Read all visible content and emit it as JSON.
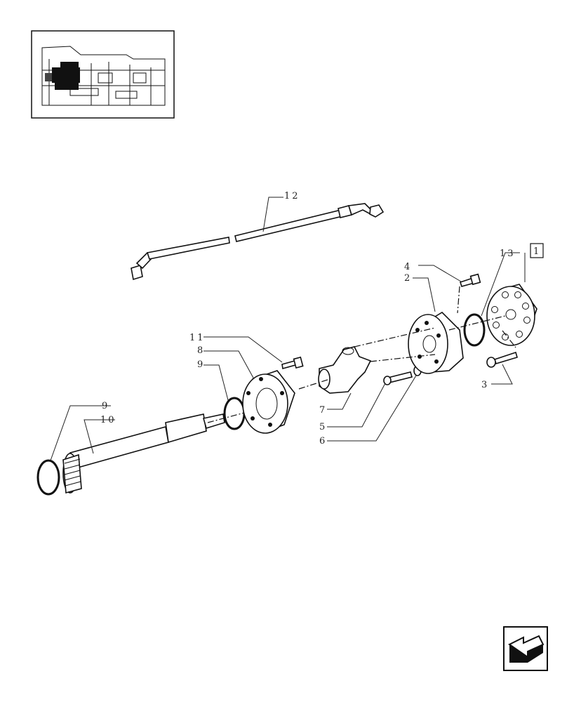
{
  "callouts": {
    "c1": "1",
    "c2": "2",
    "c3": "3",
    "c4": "4",
    "c5": "5",
    "c6": "6",
    "c7": "7",
    "c8": "8",
    "c9a": "9",
    "c9b": "9",
    "c10": "10",
    "c11": "11",
    "c12": "12",
    "c13": "13"
  },
  "icons": {
    "nav": "back-arrow-icon"
  }
}
